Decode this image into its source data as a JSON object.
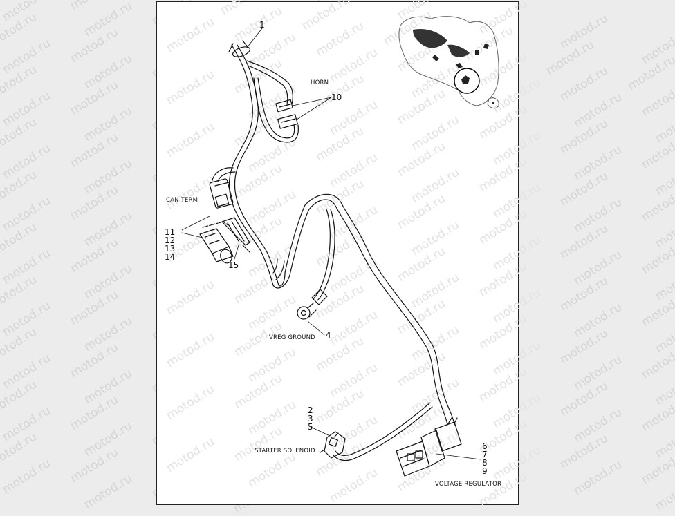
{
  "watermark_text": "motod.ru",
  "callouts": {
    "n1": "1",
    "n2": "2",
    "n3": "3",
    "n5": "5",
    "n4": "4",
    "n6": "6",
    "n7": "7",
    "n8": "8",
    "n9": "9",
    "n10": "10",
    "n11": "11",
    "n12": "12",
    "n13": "13",
    "n14": "14",
    "n15": "15"
  },
  "labels": {
    "horn": "HORN",
    "can_term": "CAN TERM",
    "vreg_ground": "VREG GROUND",
    "starter_solenoid": "STARTER SOLENOID",
    "voltage_regulator": "VOLTAGE REGULATOR"
  },
  "colors": {
    "line": "#111111",
    "sheet": "#ffffff",
    "background": "#ececec",
    "watermark": "#d4d4d4"
  }
}
